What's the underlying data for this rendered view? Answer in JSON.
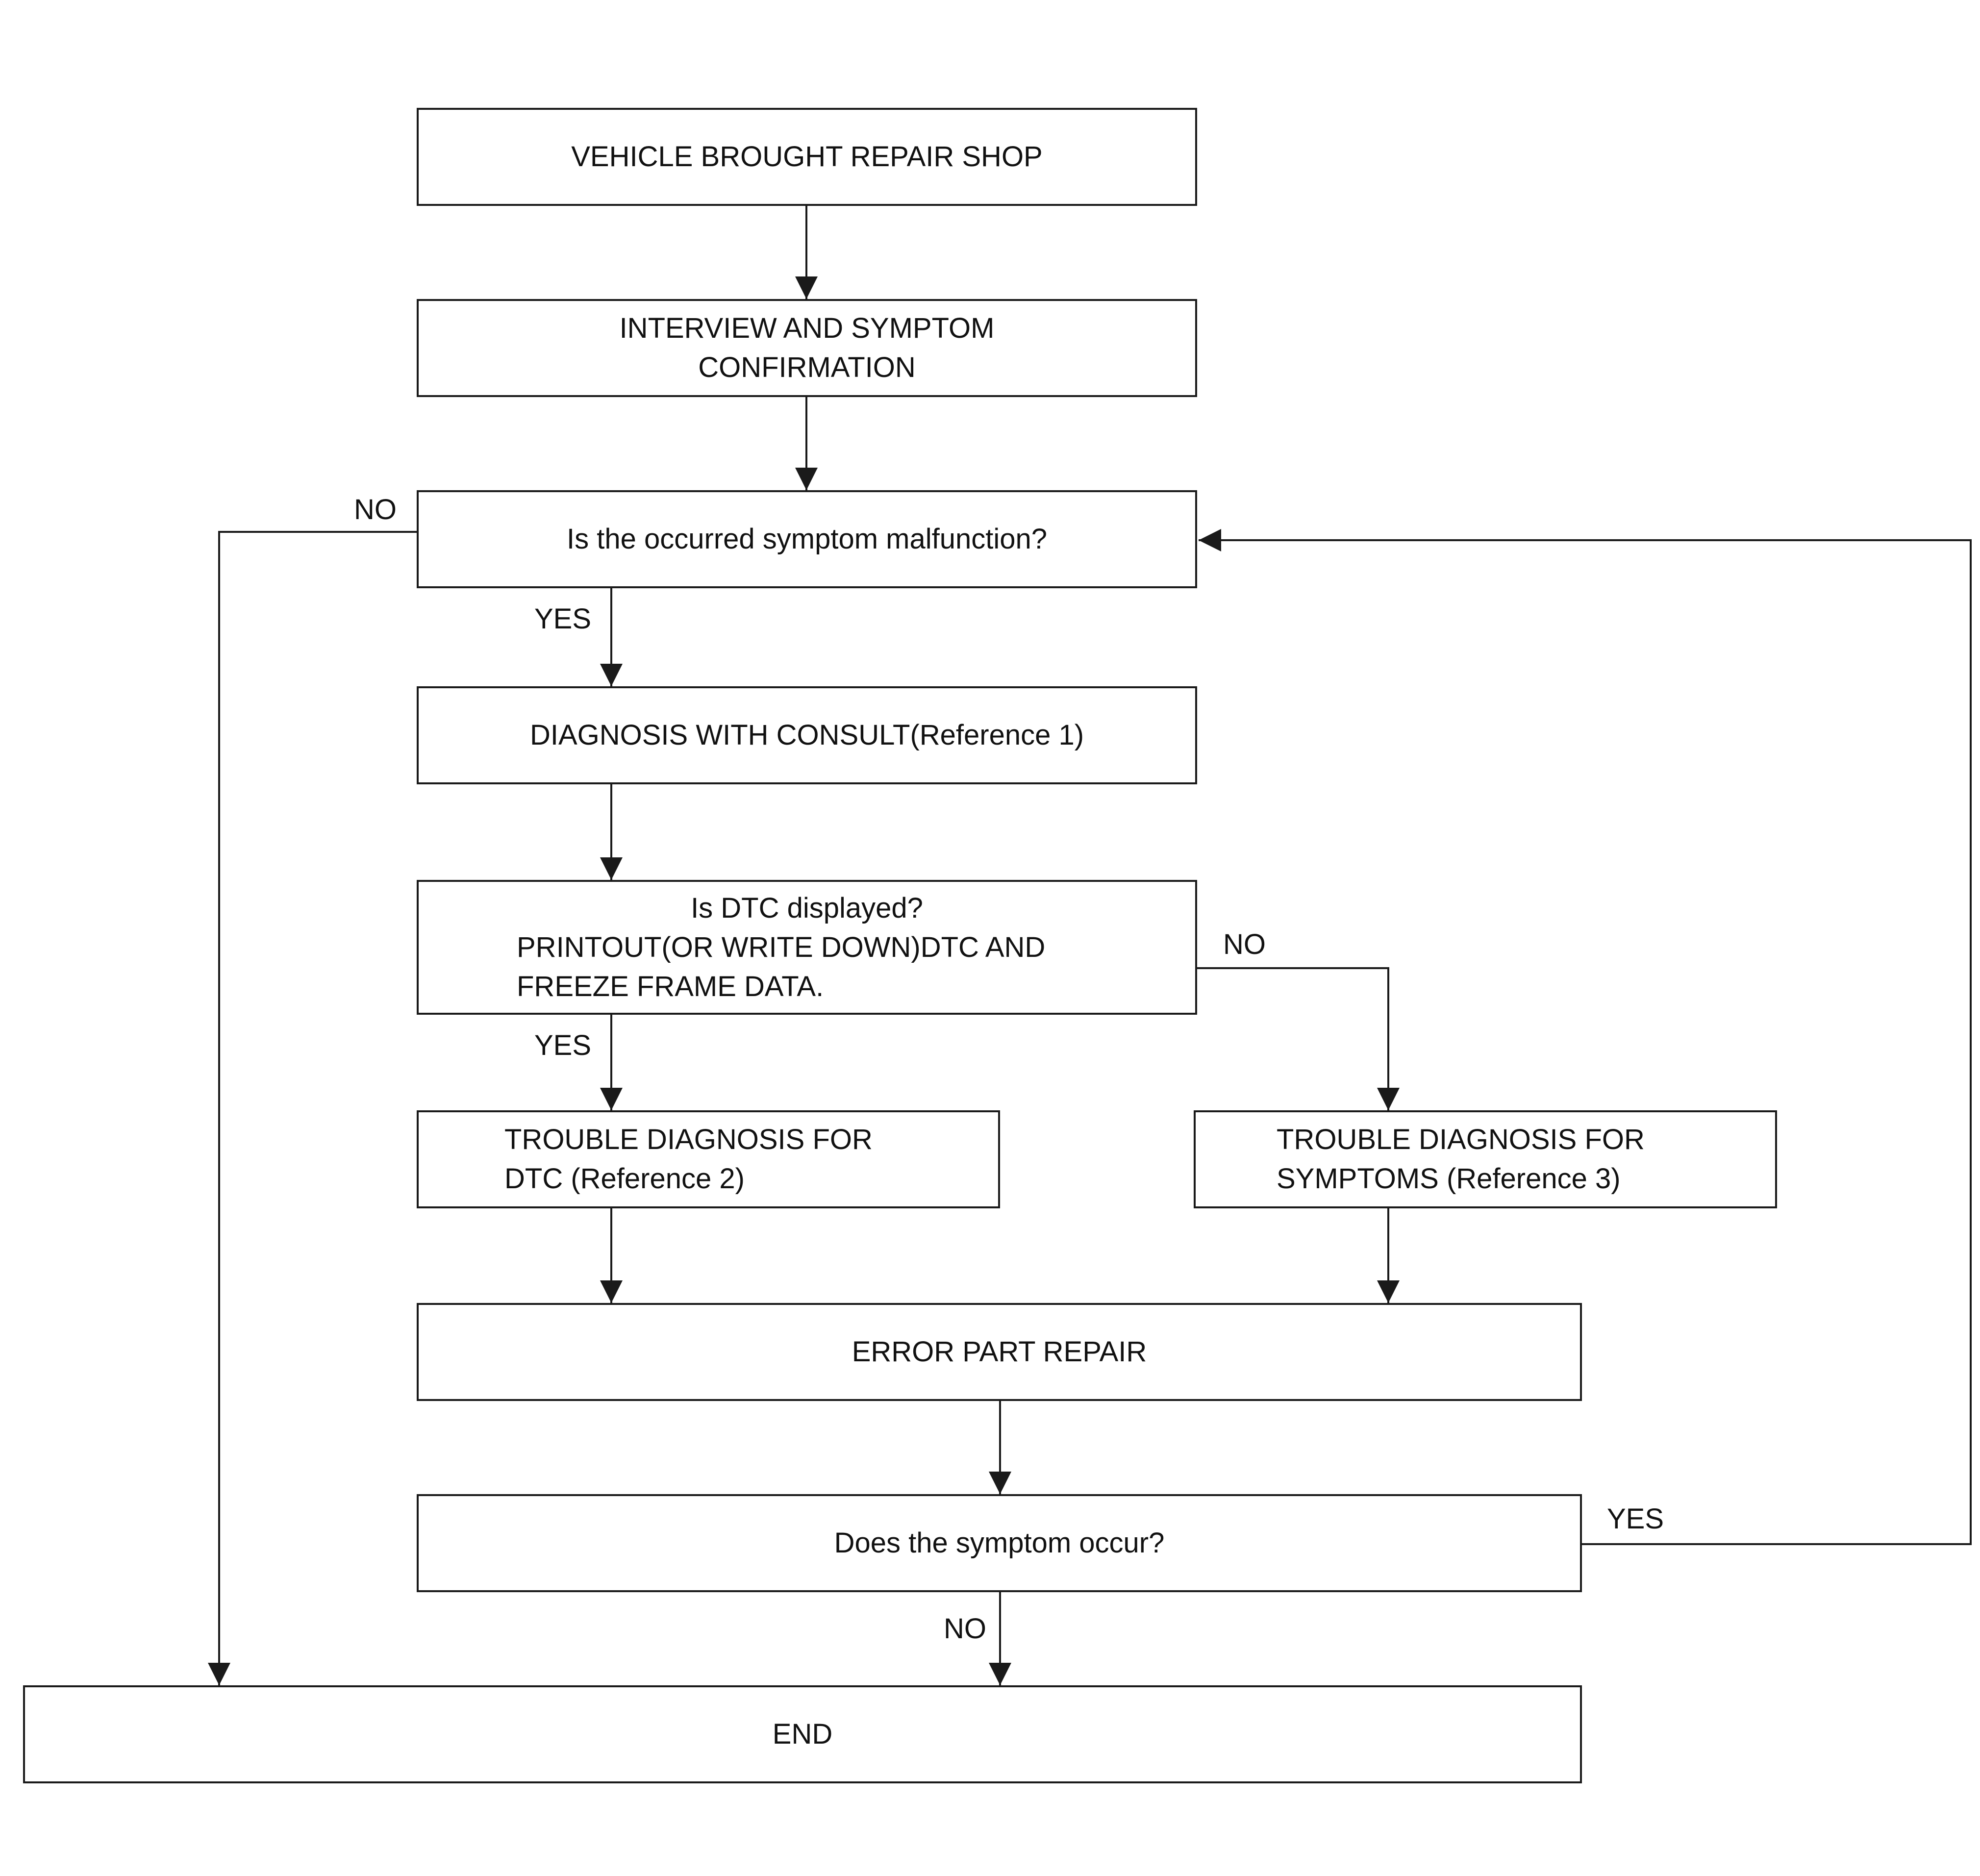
{
  "diagram": {
    "colors": {
      "line": "#1a1a1a",
      "text": "#111111",
      "background": "#ffffff"
    },
    "nodes": {
      "start": {
        "lines": [
          "VEHICLE BROUGHT REPAIR SHOP"
        ]
      },
      "interview": {
        "lines": [
          "INTERVIEW AND SYMPTOM",
          "CONFIRMATION"
        ]
      },
      "malfunction_check": {
        "lines": [
          "Is the occurred symptom malfunction?"
        ]
      },
      "consult_diagnosis": {
        "lines": [
          "DIAGNOSIS WITH CONSULT(Reference 1)"
        ]
      },
      "dtc_check": {
        "lines": [
          "Is DTC displayed?",
          "PRINTOUT(OR WRITE DOWN)DTC AND",
          "FREEZE FRAME DATA."
        ]
      },
      "dtc_diagnosis": {
        "lines": [
          "TROUBLE DIAGNOSIS FOR",
          "DTC (Reference 2)"
        ]
      },
      "symptom_diagnosis": {
        "lines": [
          "TROUBLE DIAGNOSIS FOR",
          "SYMPTOMS (Reference 3)"
        ]
      },
      "repair": {
        "lines": [
          "ERROR PART REPAIR"
        ]
      },
      "recur_check": {
        "lines": [
          "Does the symptom occur?"
        ]
      },
      "end": {
        "lines": [
          "END"
        ]
      }
    },
    "edge_labels": {
      "malfunction_no": "NO",
      "malfunction_yes": "YES",
      "dtc_no": "NO",
      "dtc_yes": "YES",
      "recur_yes": "YES",
      "recur_no": "NO"
    }
  }
}
